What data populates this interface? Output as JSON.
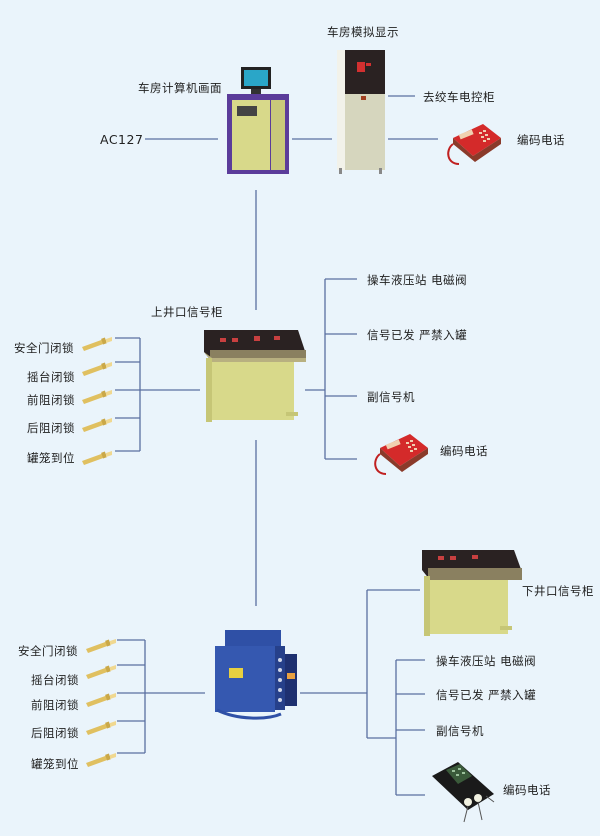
{
  "colors": {
    "background": "#eaf4fb",
    "line": "#5a6fa0",
    "cabinet_yellow": "#d8d98a",
    "cabinet_purple": "#5b3c9a",
    "panel_black": "#2a2222",
    "phone_red": "#d42a2a",
    "box_blue": "#2f50a6",
    "sensor_yellow": "#e0c060"
  },
  "top": {
    "simulation_display_label": "车房模拟显示",
    "computer_label": "车房计算机画面",
    "ac_label": "AC127",
    "winch_control_label": "去绞车电控柜",
    "phone_label": "编码电话"
  },
  "upper": {
    "cabinet_label": "上井口信号柜",
    "sensors": [
      "安全门闭锁",
      "摇台闭锁",
      "前阻闭锁",
      "后阻闭锁",
      "罐笼到位"
    ],
    "outputs": [
      "操车液压站 电磁阀",
      "信号已发 严禁入罐",
      "副信号机",
      "编码电话"
    ]
  },
  "lower": {
    "cabinet_label": "下井口信号柜",
    "sensors": [
      "安全门闭锁",
      "摇台闭锁",
      "前阻闭锁",
      "后阻闭锁",
      "罐笼到位"
    ],
    "outputs": [
      "操车液压站 电磁阀",
      "信号已发 严禁入罐",
      "副信号机",
      "编码电话"
    ]
  }
}
